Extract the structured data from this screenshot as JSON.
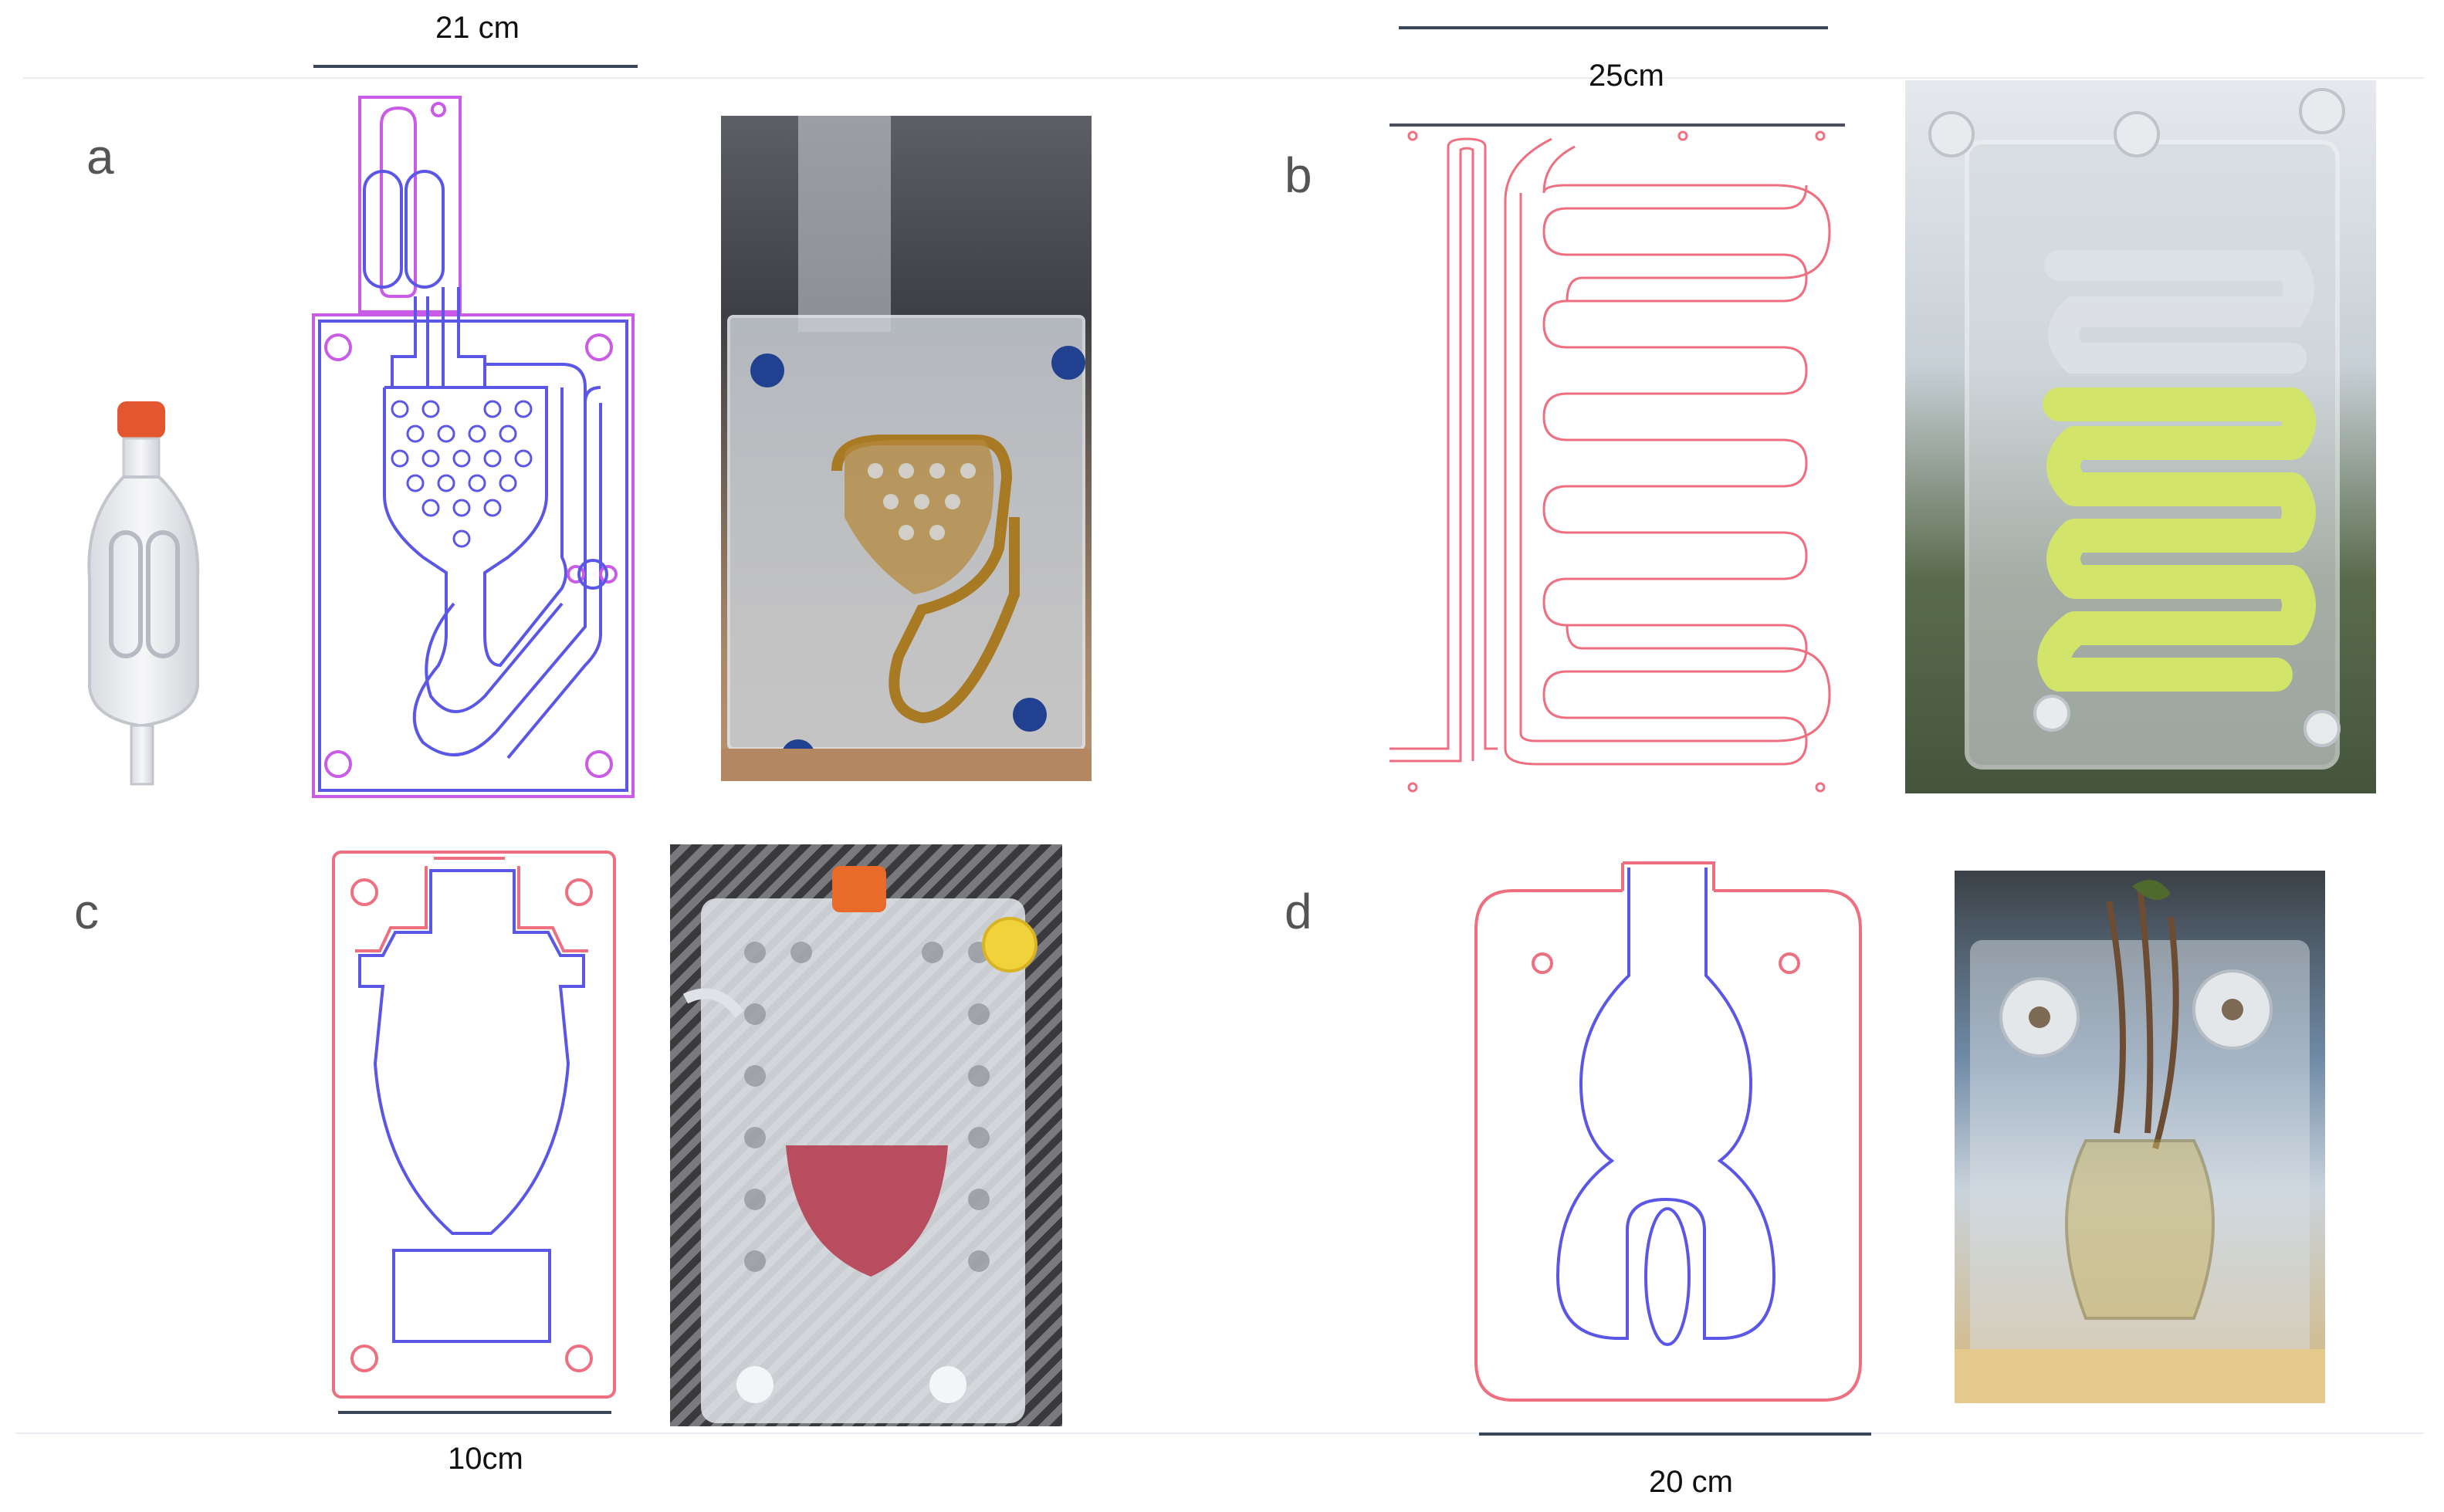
{
  "panels": {
    "a": {
      "letter": "a",
      "scale_label": "21 cm"
    },
    "b": {
      "letter": "b",
      "scale_label": "25cm"
    },
    "c": {
      "letter": "c",
      "scale_label": "10cm"
    },
    "d": {
      "letter": "d",
      "scale_label": "20 cm"
    }
  },
  "colors": {
    "outline_red": "#ee6f7f",
    "outline_blue": "#5b57e6",
    "outline_magenta": "#c95be6",
    "scale_bar": "#3a4558",
    "letter_gray": "#555555"
  },
  "icons": {
    "airlock": "airlock-valve-icon",
    "bioreactor_photo": "photo"
  }
}
